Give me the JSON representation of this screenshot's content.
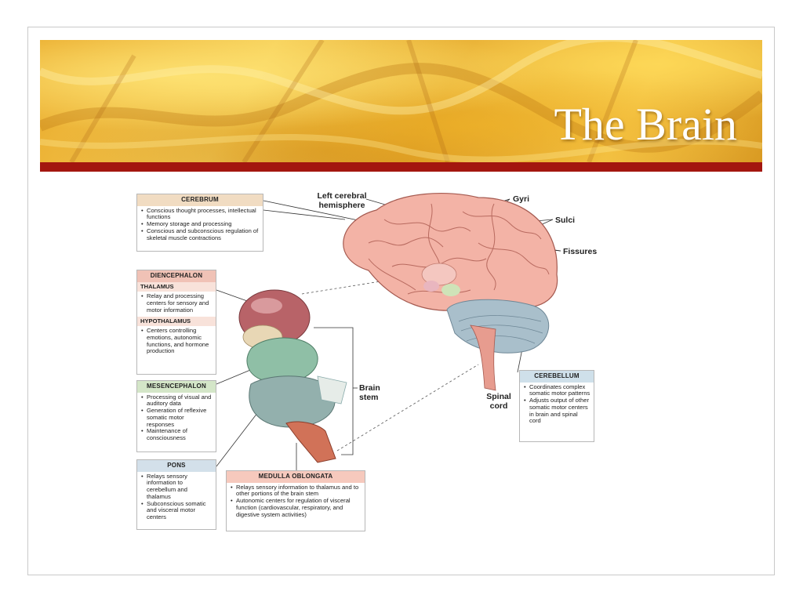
{
  "slide": {
    "title": "The Brain"
  },
  "colors": {
    "banner_gold": "#eab33a",
    "red_bar": "#a3160f",
    "cerebrum_head": "#f1dcc2",
    "dien_head": "#f0c2b6",
    "dien_sub": "#f8e2da",
    "mesen_head": "#d4e6c8",
    "pons_head": "#d3e0ea",
    "medulla_head": "#f6c9bd",
    "cerebellum_head": "#cfe0ea"
  },
  "boxes": {
    "cerebrum": {
      "title": "CEREBRUM",
      "items": [
        "Conscious thought processes, intellectual functions",
        "Memory storage and processing",
        "Conscious and subconscious regulation of skeletal muscle contractions"
      ]
    },
    "diencephalon": {
      "title": "DIENCEPHALON",
      "thalamus": {
        "title": "THALAMUS",
        "items": [
          "Relay and processing centers for sensory and motor information"
        ]
      },
      "hypothalamus": {
        "title": "HYPOTHALAMUS",
        "items": [
          "Centers controlling emotions, autonomic functions, and hormone production"
        ]
      }
    },
    "mesencephalon": {
      "title": "MESENCEPHALON",
      "items": [
        "Processing of visual and auditory data",
        "Generation of reflexive somatic motor responses",
        "Maintenance of consciousness"
      ]
    },
    "pons": {
      "title": "PONS",
      "items": [
        "Relays sensory information to cerebellum and thalamus",
        "Subconscious somatic and visceral motor centers"
      ]
    },
    "medulla": {
      "title": "MEDULLA OBLONGATA",
      "items": [
        "Relays sensory information to thalamus and to other portions of the brain stem",
        "Autonomic centers for regulation of visceral function (cardiovascular, respiratory, and digestive system activities)"
      ]
    },
    "cerebellum": {
      "title": "CEREBELLUM",
      "items": [
        "Coordinates complex somatic motor patterns",
        "Adjusts output of other somatic motor centers in brain and spinal cord"
      ]
    }
  },
  "labels": {
    "left_hemisphere": "Left cerebral hemisphere",
    "gyri": "Gyri",
    "sulci": "Sulci",
    "fissures": "Fissures",
    "brain_stem": "Brain stem",
    "spinal_cord": "Spinal cord"
  }
}
